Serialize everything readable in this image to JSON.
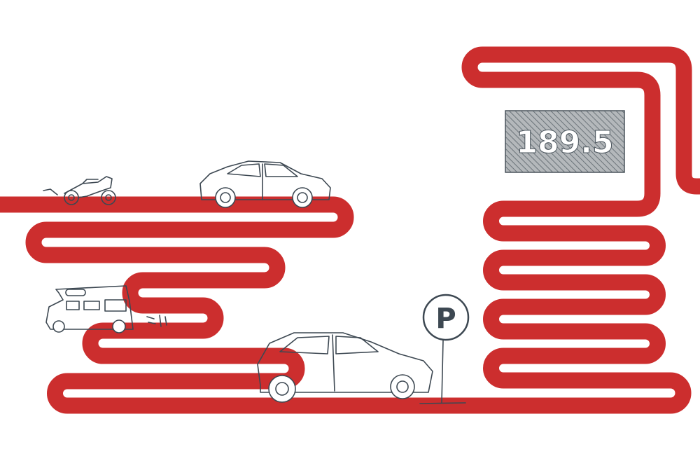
{
  "price_display": {
    "value": "189.5"
  },
  "parking_sign": {
    "label": "P"
  },
  "colors": {
    "road": "#cc2e2e",
    "sketch": "#3d4852",
    "display_bg": "#9a9fa3"
  },
  "vehicles": [
    "motorcycle",
    "sedan",
    "camper-van",
    "hatchback"
  ]
}
